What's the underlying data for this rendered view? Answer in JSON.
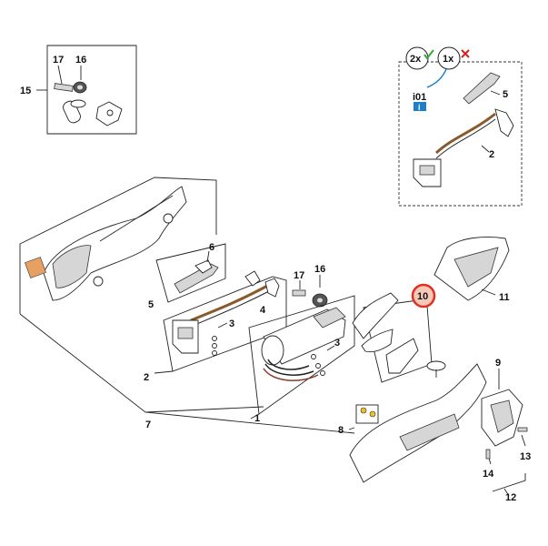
{
  "labels": {
    "p15": "15",
    "p17a": "17",
    "p16a": "16",
    "p6": "6",
    "p5a": "5",
    "p3a": "3",
    "p4": "4",
    "p2a": "2",
    "p17b": "17",
    "p16b": "16",
    "p3b": "3",
    "p1": "1",
    "p7": "7",
    "p10": "10",
    "p11": "11",
    "p8": "8",
    "p9": "9",
    "p13": "13",
    "p14": "14",
    "p12": "12",
    "inset_2x": "2x",
    "inset_1x": "1x",
    "inset_i01": "i01",
    "inset_info": "i",
    "inset_5": "5",
    "inset_2": "2"
  },
  "colors": {
    "highlight_ring": "#e03020",
    "highlight_fill": "#f6c8b8",
    "check_mark": "#3aa63a",
    "cross_mark": "#d42020",
    "info_blue": "#1e7fc8",
    "wire_brown": "#8a5a2a"
  }
}
